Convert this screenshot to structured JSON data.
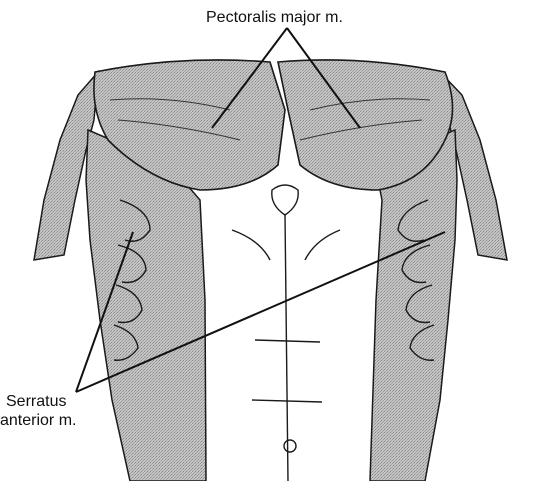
{
  "labels": {
    "pectoralis": "Pectoralis major m.",
    "serratus_line1": "Serratus",
    "serratus_line2": "anterior m."
  },
  "colors": {
    "muscle_fill": "#b3b3b3",
    "outline": "#1a1a1a",
    "background": "#ffffff"
  }
}
